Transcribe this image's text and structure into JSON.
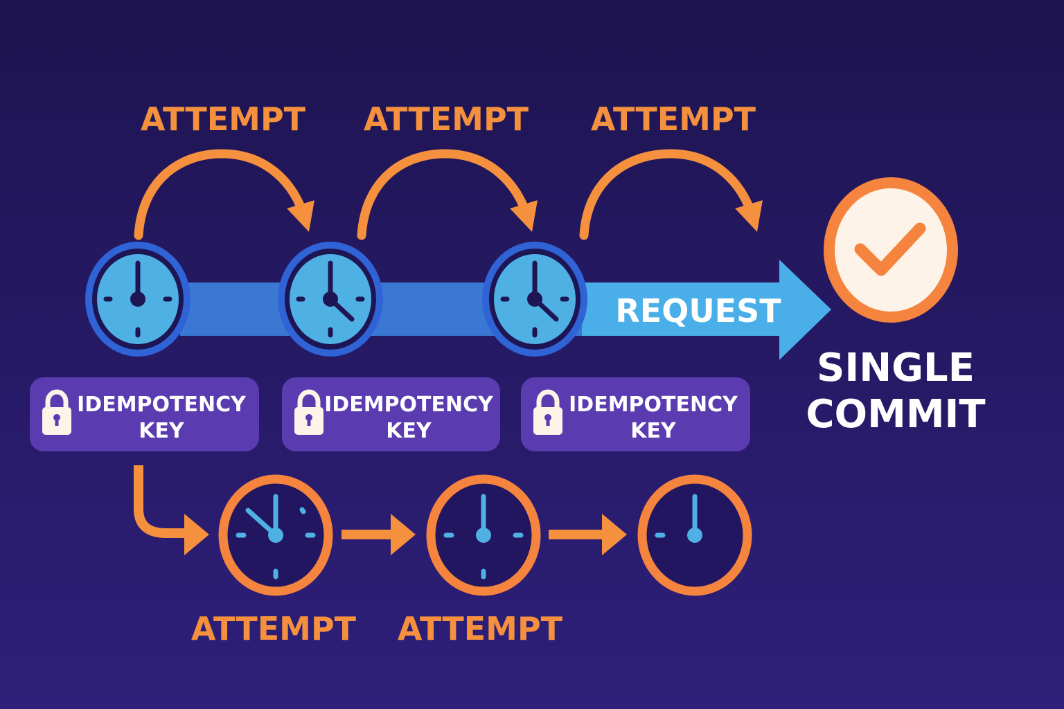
{
  "top_attempts": [
    "ATTEMPT",
    "ATTEMPT",
    "ATTEMPT"
  ],
  "bottom_attempts": [
    "ATTEMPT",
    "ATTEMPT"
  ],
  "request_label": "REQUEST",
  "commit": {
    "line1": "SINGLE",
    "line2": "COMMIT"
  },
  "keys": [
    {
      "line1": "IDEMPOTENCY",
      "line2": "KEY"
    },
    {
      "line1": "IDEMPOTENCY",
      "line2": "KEY"
    },
    {
      "line1": "IDEMPOTENCY",
      "line2": "KEY"
    }
  ],
  "colors": {
    "background_top": "#1e1450",
    "background_bottom": "#2e1f7a",
    "orange": "#f5913e",
    "blue_ring": "#2f63d6",
    "clock_face": "#4fb0e3",
    "key_box": "#5b3bb0",
    "check_fill": "#fdf3e8"
  }
}
